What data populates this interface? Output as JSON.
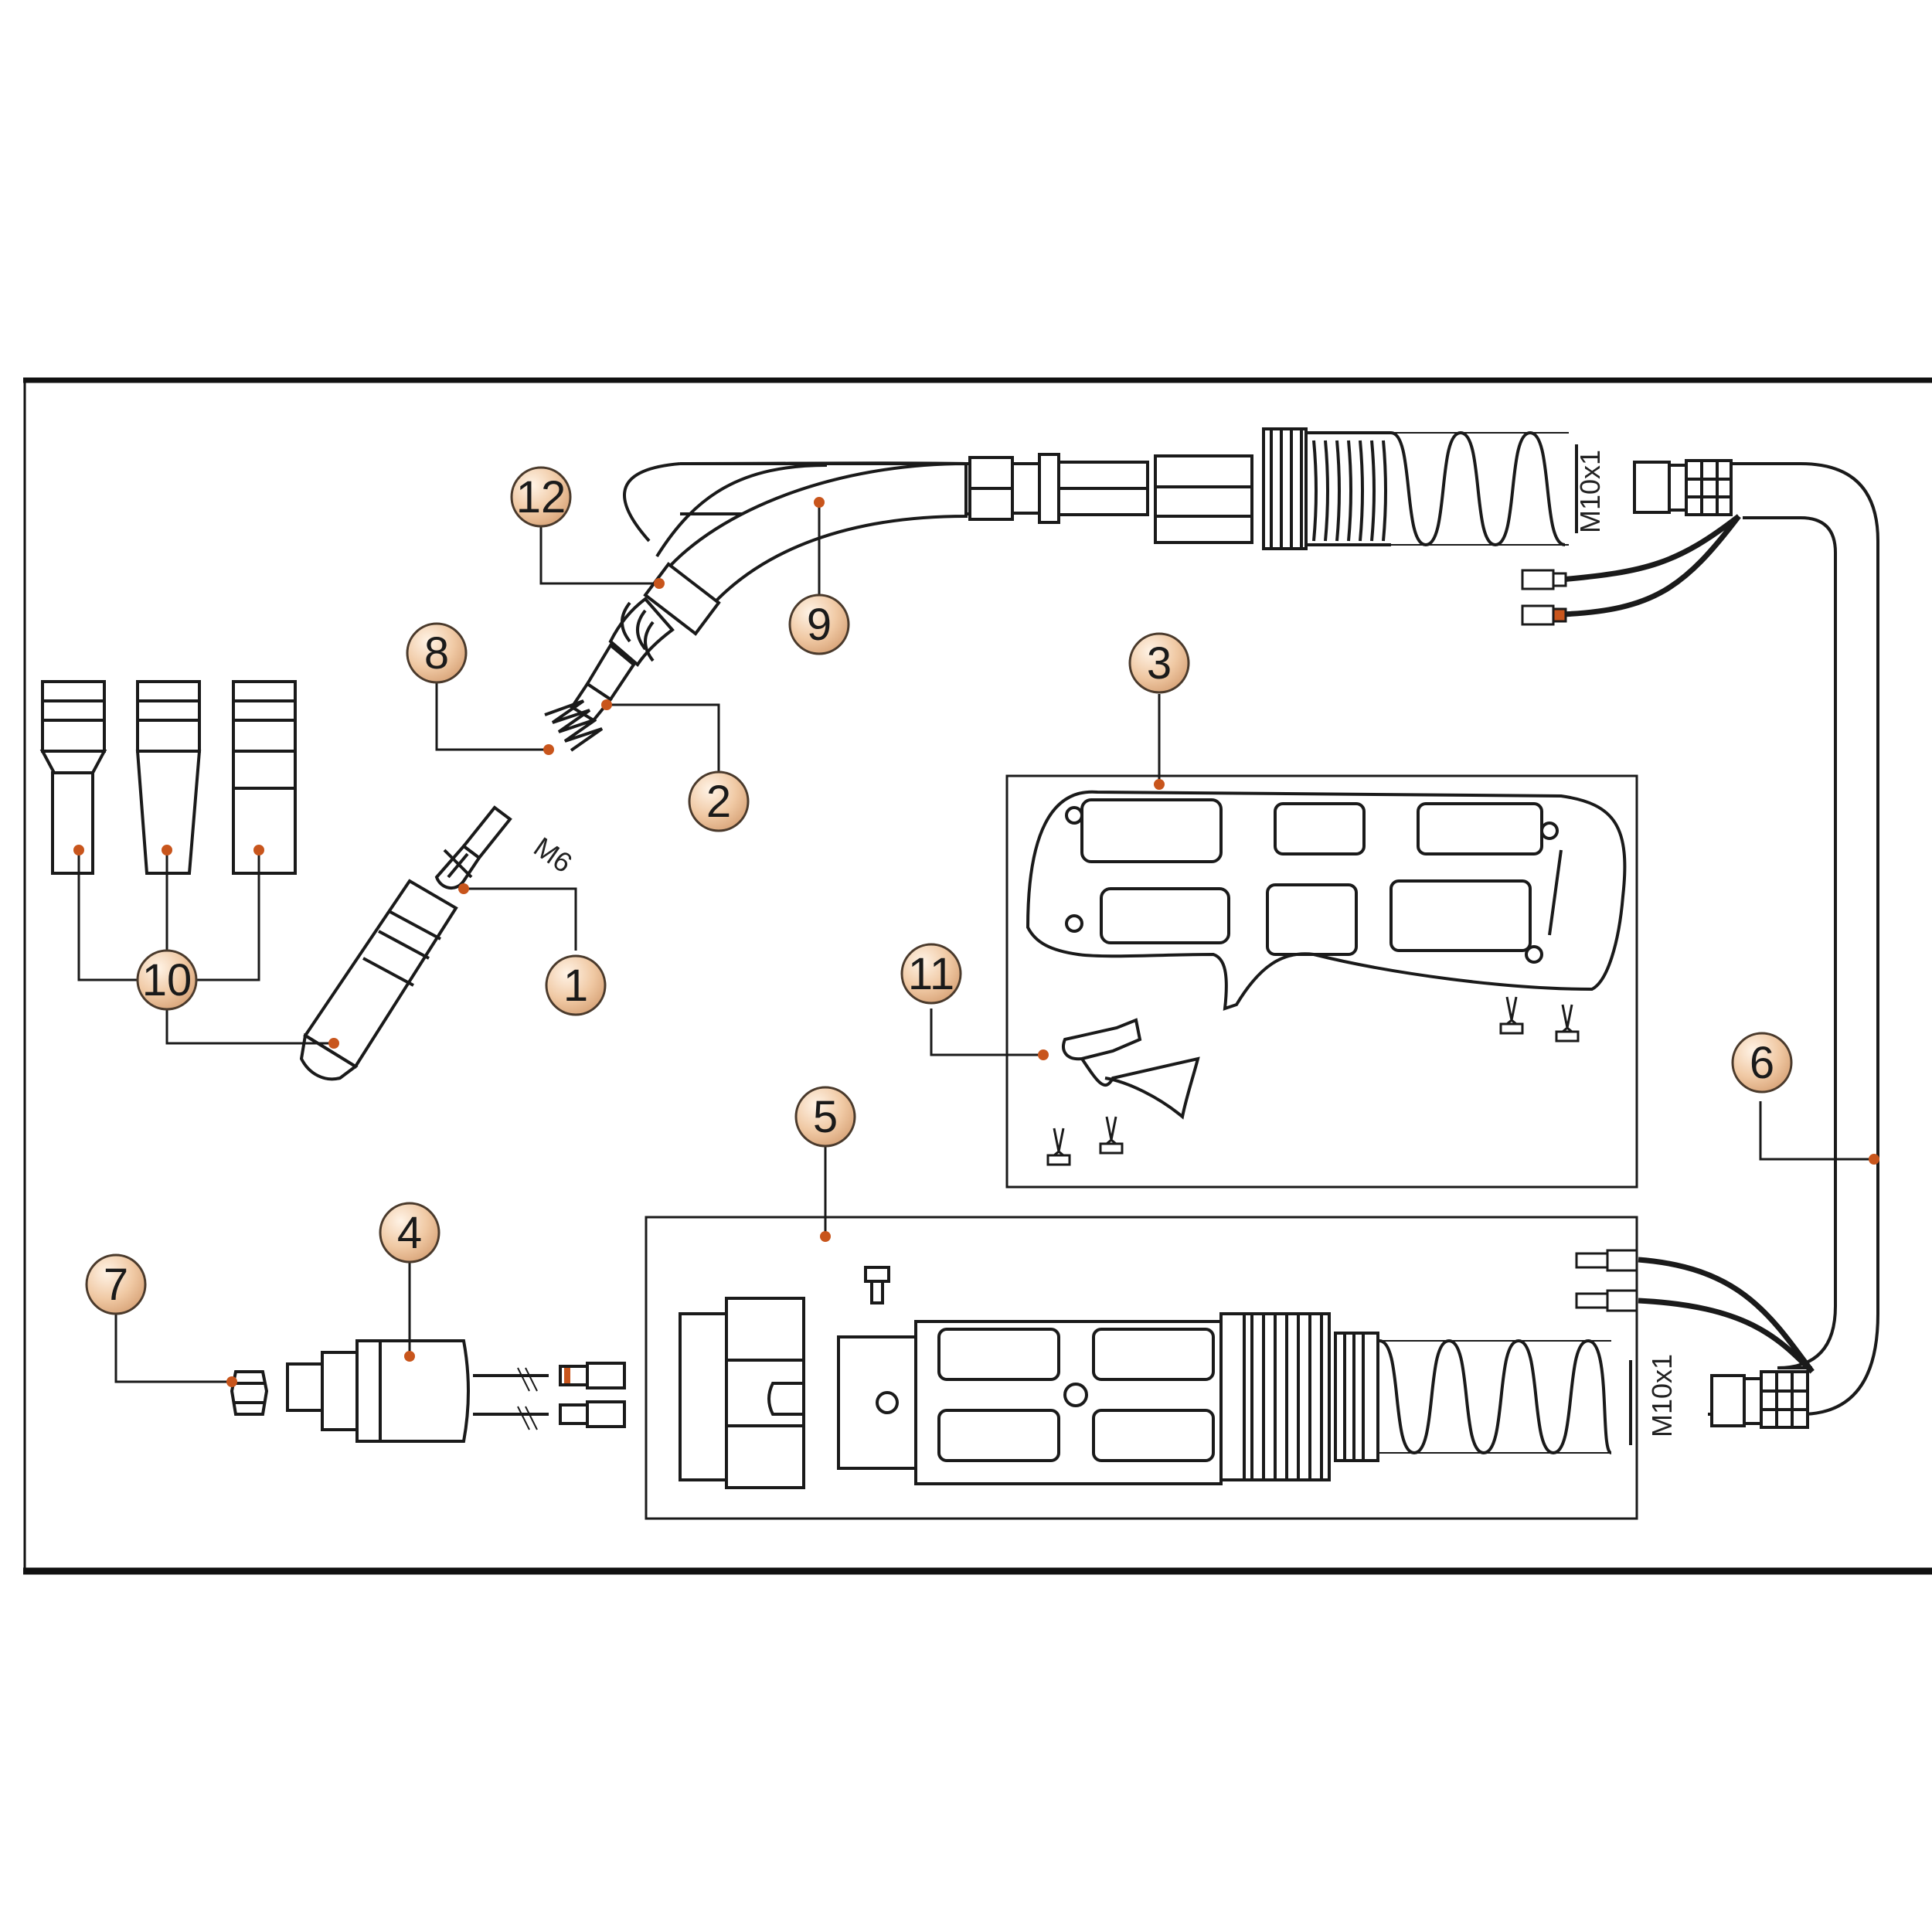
{
  "colors": {
    "callout_fill": "#f0c9a4",
    "callout_edge": "#4a3a2c",
    "leader_dot": "#c8551c",
    "line": "#1a1a1a",
    "frame": "#111111"
  },
  "callouts": {
    "c1": "1",
    "c2": "2",
    "c3": "3",
    "c4": "4",
    "c5": "5",
    "c6": "6",
    "c7": "7",
    "c8": "8",
    "c9": "9",
    "c10": "10",
    "c11": "11",
    "c12": "12"
  },
  "dimensions": {
    "tip_thread": "M6",
    "top_connector_thread": "M10x1",
    "bottom_connector_thread": "M10x1"
  }
}
